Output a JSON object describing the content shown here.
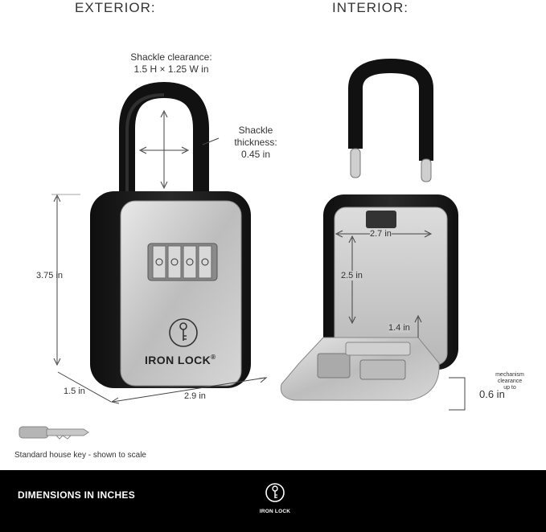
{
  "headers": {
    "exterior": "EXTERIOR:",
    "interior": "INTERIOR:"
  },
  "annotations": {
    "shackle_clearance_label": "Shackle clearance:",
    "shackle_clearance_value": "1.5 H × 1.25 W in",
    "shackle_thickness_label1": "Shackle",
    "shackle_thickness_label2": "thickness:",
    "shackle_thickness_value": "0.45 in",
    "height": "3.75 in",
    "depth": "1.5 in",
    "width": "2.9 in",
    "inner_width": "2.7 in",
    "inner_height": "2.5 in",
    "inner_depth": "1.4 in",
    "mechanism_l1": "mechanism",
    "mechanism_l2": "clearance",
    "mechanism_l3": "up to",
    "mechanism_value": "0.6 in"
  },
  "brand": {
    "name": "IRON LOCK",
    "mark": "®"
  },
  "key_caption": "Standard house key -  shown to scale",
  "footer": {
    "title": "DIMENSIONS IN INCHES",
    "logo_text": "IRON LOCK"
  },
  "colors": {
    "footer_bg": "#000000",
    "body_dark": "#1c1c1c",
    "panel_silver": "#c9c9c9"
  },
  "icons": [
    "key-icon",
    "lock-logo-icon"
  ]
}
